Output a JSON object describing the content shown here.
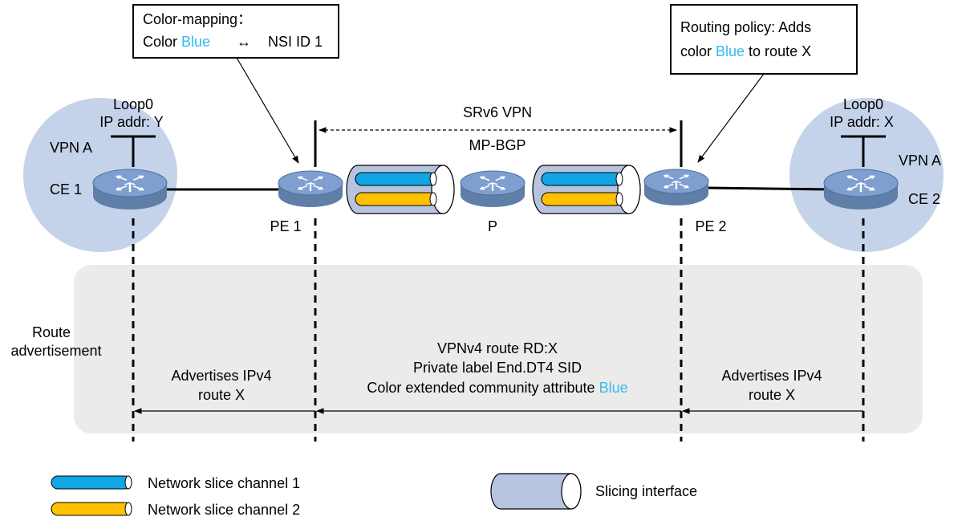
{
  "colors": {
    "site_circle": "#c5d3ea",
    "advert_band": "#ebebea",
    "router_body": "#5f7ea8",
    "router_top": "#7e9fd0",
    "channel1": "#11a7e6",
    "channel2": "#ffc000",
    "slicing_interface": "#b6c4e0",
    "blue_text": "#33bbee"
  },
  "callout_left": {
    "line1": "Color-mapping：",
    "line2_prefix": "Color ",
    "line2_color": "Blue",
    "line2_arrow": "↔",
    "line2_suffix": "NSI ID 1"
  },
  "callout_right": {
    "line1": "Routing policy: Adds",
    "line2_prefix": "color ",
    "line2_color": "Blue",
    "line2_suffix": " to route X"
  },
  "site_left": {
    "vpn": "VPN A",
    "loopback": "Loop0",
    "ip": "IP addr: Y",
    "device": "CE 1"
  },
  "site_right": {
    "vpn": "VPN A",
    "loopback": "Loop0",
    "ip": "IP addr: X",
    "device": "CE 2"
  },
  "devices": {
    "pe1": "PE 1",
    "p": "P",
    "pe2": "PE 2"
  },
  "srv6_label": "SRv6 VPN",
  "mpbgp_label": "MP-BGP",
  "advertisement": {
    "title_line1": "Route",
    "title_line2": "advertisement",
    "left_line1": "Advertises IPv4",
    "left_line2": "route X",
    "middle_line1": "VPNv4 route RD:X",
    "middle_line2": "Private label End.DT4 SID",
    "middle_line3_prefix": "Color extended community attribute ",
    "middle_line3_color": "Blue",
    "right_line1": "Advertises IPv4",
    "right_line2": "route X"
  },
  "legend": {
    "channel1": "Network slice channel 1",
    "channel2": "Network slice channel 2",
    "slicing_interface": "Slicing interface"
  }
}
